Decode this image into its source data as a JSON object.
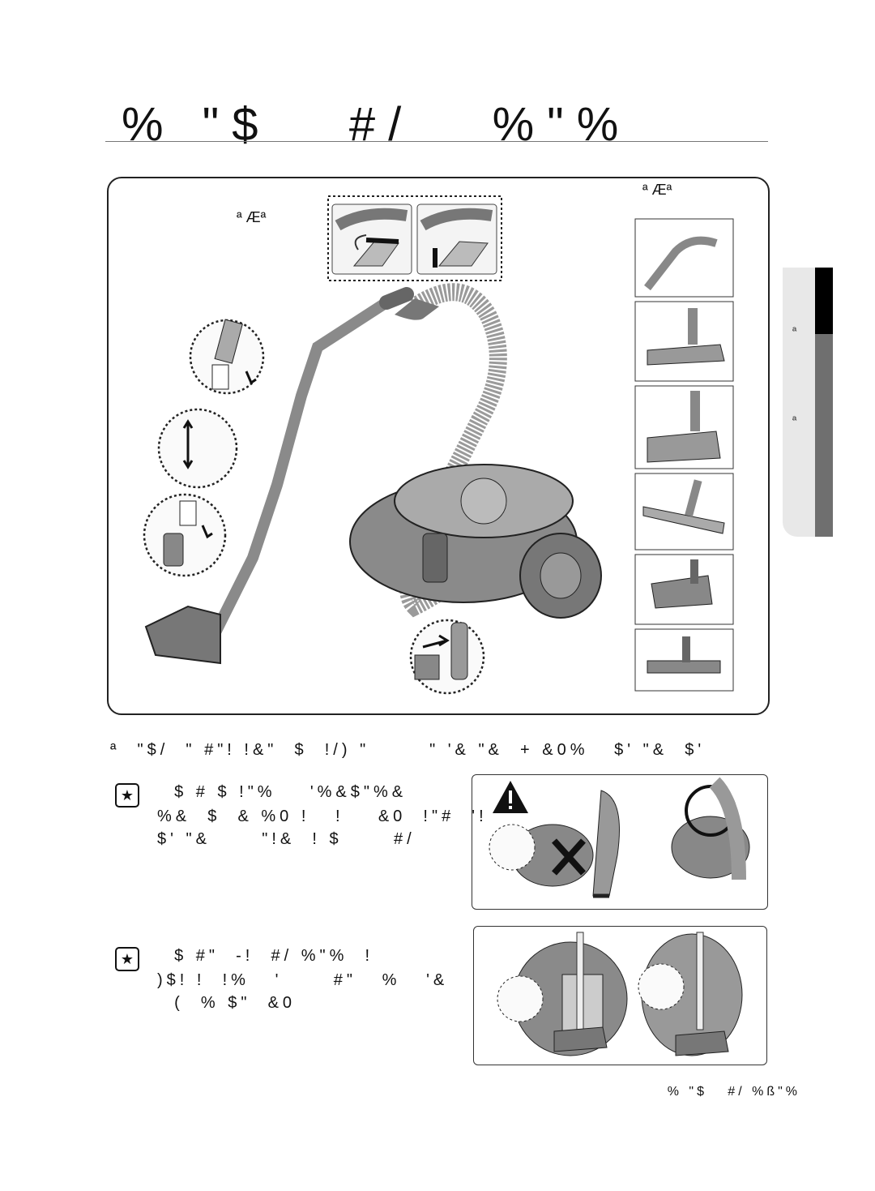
{
  "page": {
    "title": "% \"$   #/   %\"%",
    "footer": "% \"$   #/ %ß\"%"
  },
  "figure": {
    "label_left": "ª Æª",
    "label_right": "ª Æª",
    "accessories": [
      "hose-handle",
      "floor-brush",
      "turbo-brush",
      "parquet-brush",
      "mini-turbo",
      "wide-nozzle"
    ]
  },
  "sidebar": {
    "tab_upper": "ª",
    "tab_lower": "ª"
  },
  "instructions": {
    "intro": "ª  \"$/  \" #\"! !&\"  $  !/) \"       \" '& \"&  + &0%   $' \"&  $'",
    "note1_lines": [
      "  $ # $ !\"%    '%&$\"%&",
      "%&  $  & %0 !   !    &0  !\"#  '!",
      "$' \"&      \"!&  ! $      #/"
    ],
    "note2_lines": [
      "  $ #\"  -!  #/ %\"%  !",
      ")$! !  !%   '      #\"   %   '&",
      "  (  % $\"  &0"
    ]
  },
  "colors": {
    "frame": "#222222",
    "sidebar_dark": "#000000",
    "sidebar_grey": "#6f6f6f"
  }
}
